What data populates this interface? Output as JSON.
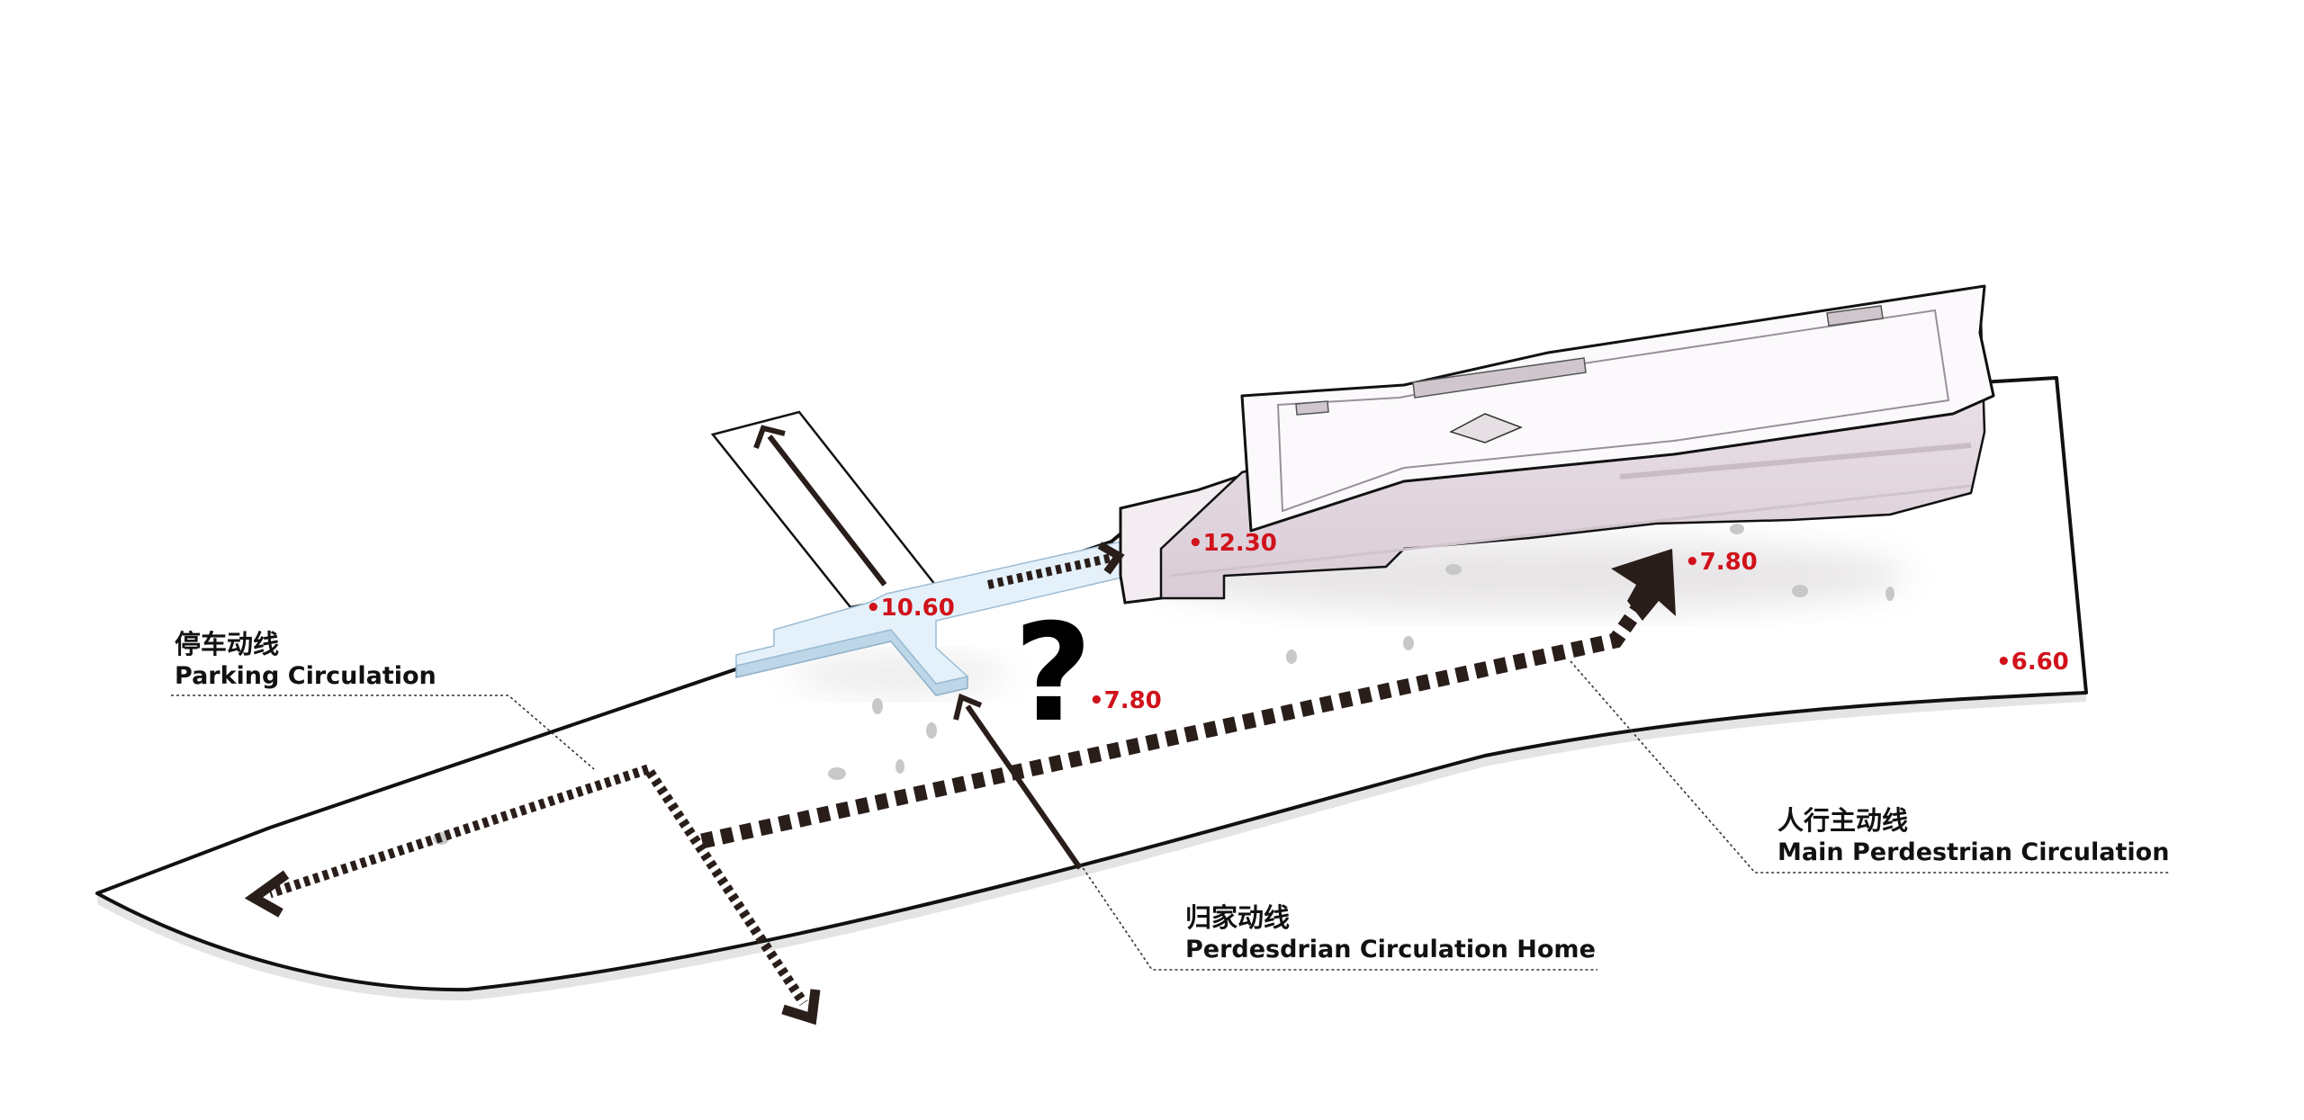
{
  "colors": {
    "elevation_text": "#d0121b",
    "outline": "#111111",
    "arrow": "#2a1e1a",
    "building_side": "#e8dde6",
    "building_roof": "#fbf9fb",
    "bridge": "#e5f1fa"
  },
  "labels": {
    "parking": {
      "cn": "停车动线",
      "en": "Parking Circulation"
    },
    "main_pedestrian": {
      "cn": "人行主动线",
      "en": "Main Perdestrian Circulation"
    },
    "home": {
      "cn": "归家动线",
      "en": "Perdesdrian Circulation Home"
    }
  },
  "elevations": {
    "bridge": "•10.60",
    "building_west": "•12.30",
    "building_south": "•7.80",
    "plaza": "•7.80",
    "east": "•6.60"
  },
  "question_mark": "?"
}
